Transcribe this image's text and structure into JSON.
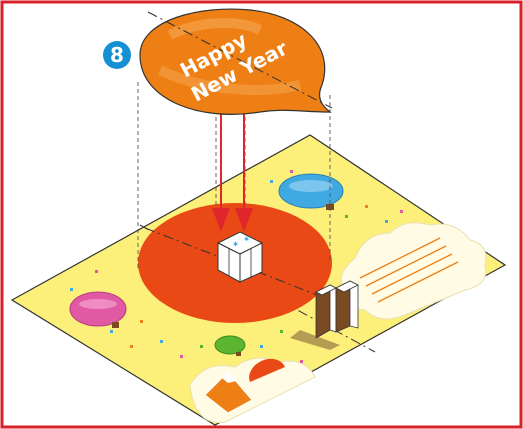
{
  "step": {
    "number": "8"
  },
  "balloon_text": {
    "line1": "Happy",
    "line2": "New Year"
  },
  "colors": {
    "frame": "#d8202a",
    "card": "#fdf07a",
    "orange": "#ee7f14",
    "red_circle": "#e94a15",
    "step_badge": "#1591d3",
    "arrow": "#e0262d",
    "blue_balloon": "#41a9e1",
    "pink_balloon": "#e05aa3",
    "green_balloon": "#5cb531",
    "cloud": "#fffbe5",
    "brown": "#7a4a22"
  },
  "icons": [
    "step-number-badge",
    "down-arrow-icon",
    "hot-air-balloon",
    "mount-fuji",
    "sunrise",
    "cloud"
  ]
}
